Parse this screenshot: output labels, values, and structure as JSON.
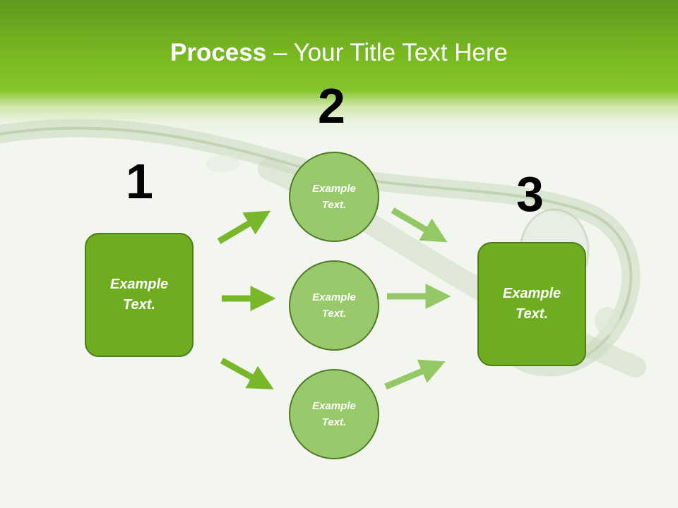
{
  "title": {
    "bold": "Process",
    "rest": " – Your Title Text Here"
  },
  "steps": {
    "one": "1",
    "two": "2",
    "three": "3"
  },
  "left_box": {
    "line1": "Example",
    "line2": "Text."
  },
  "circles": [
    {
      "line1": "Example",
      "line2": "Text."
    },
    {
      "line1": "Example",
      "line2": "Text."
    },
    {
      "line1": "Example",
      "line2": "Text."
    }
  ],
  "right_box": {
    "line1": "Example",
    "line2": "Text."
  },
  "colors": {
    "header_green": "#7dbf24",
    "box_green": "#6fad20",
    "circle_green": "#98ca6c",
    "arrow_dark": "#78b72a",
    "arrow_light": "#93c865"
  }
}
